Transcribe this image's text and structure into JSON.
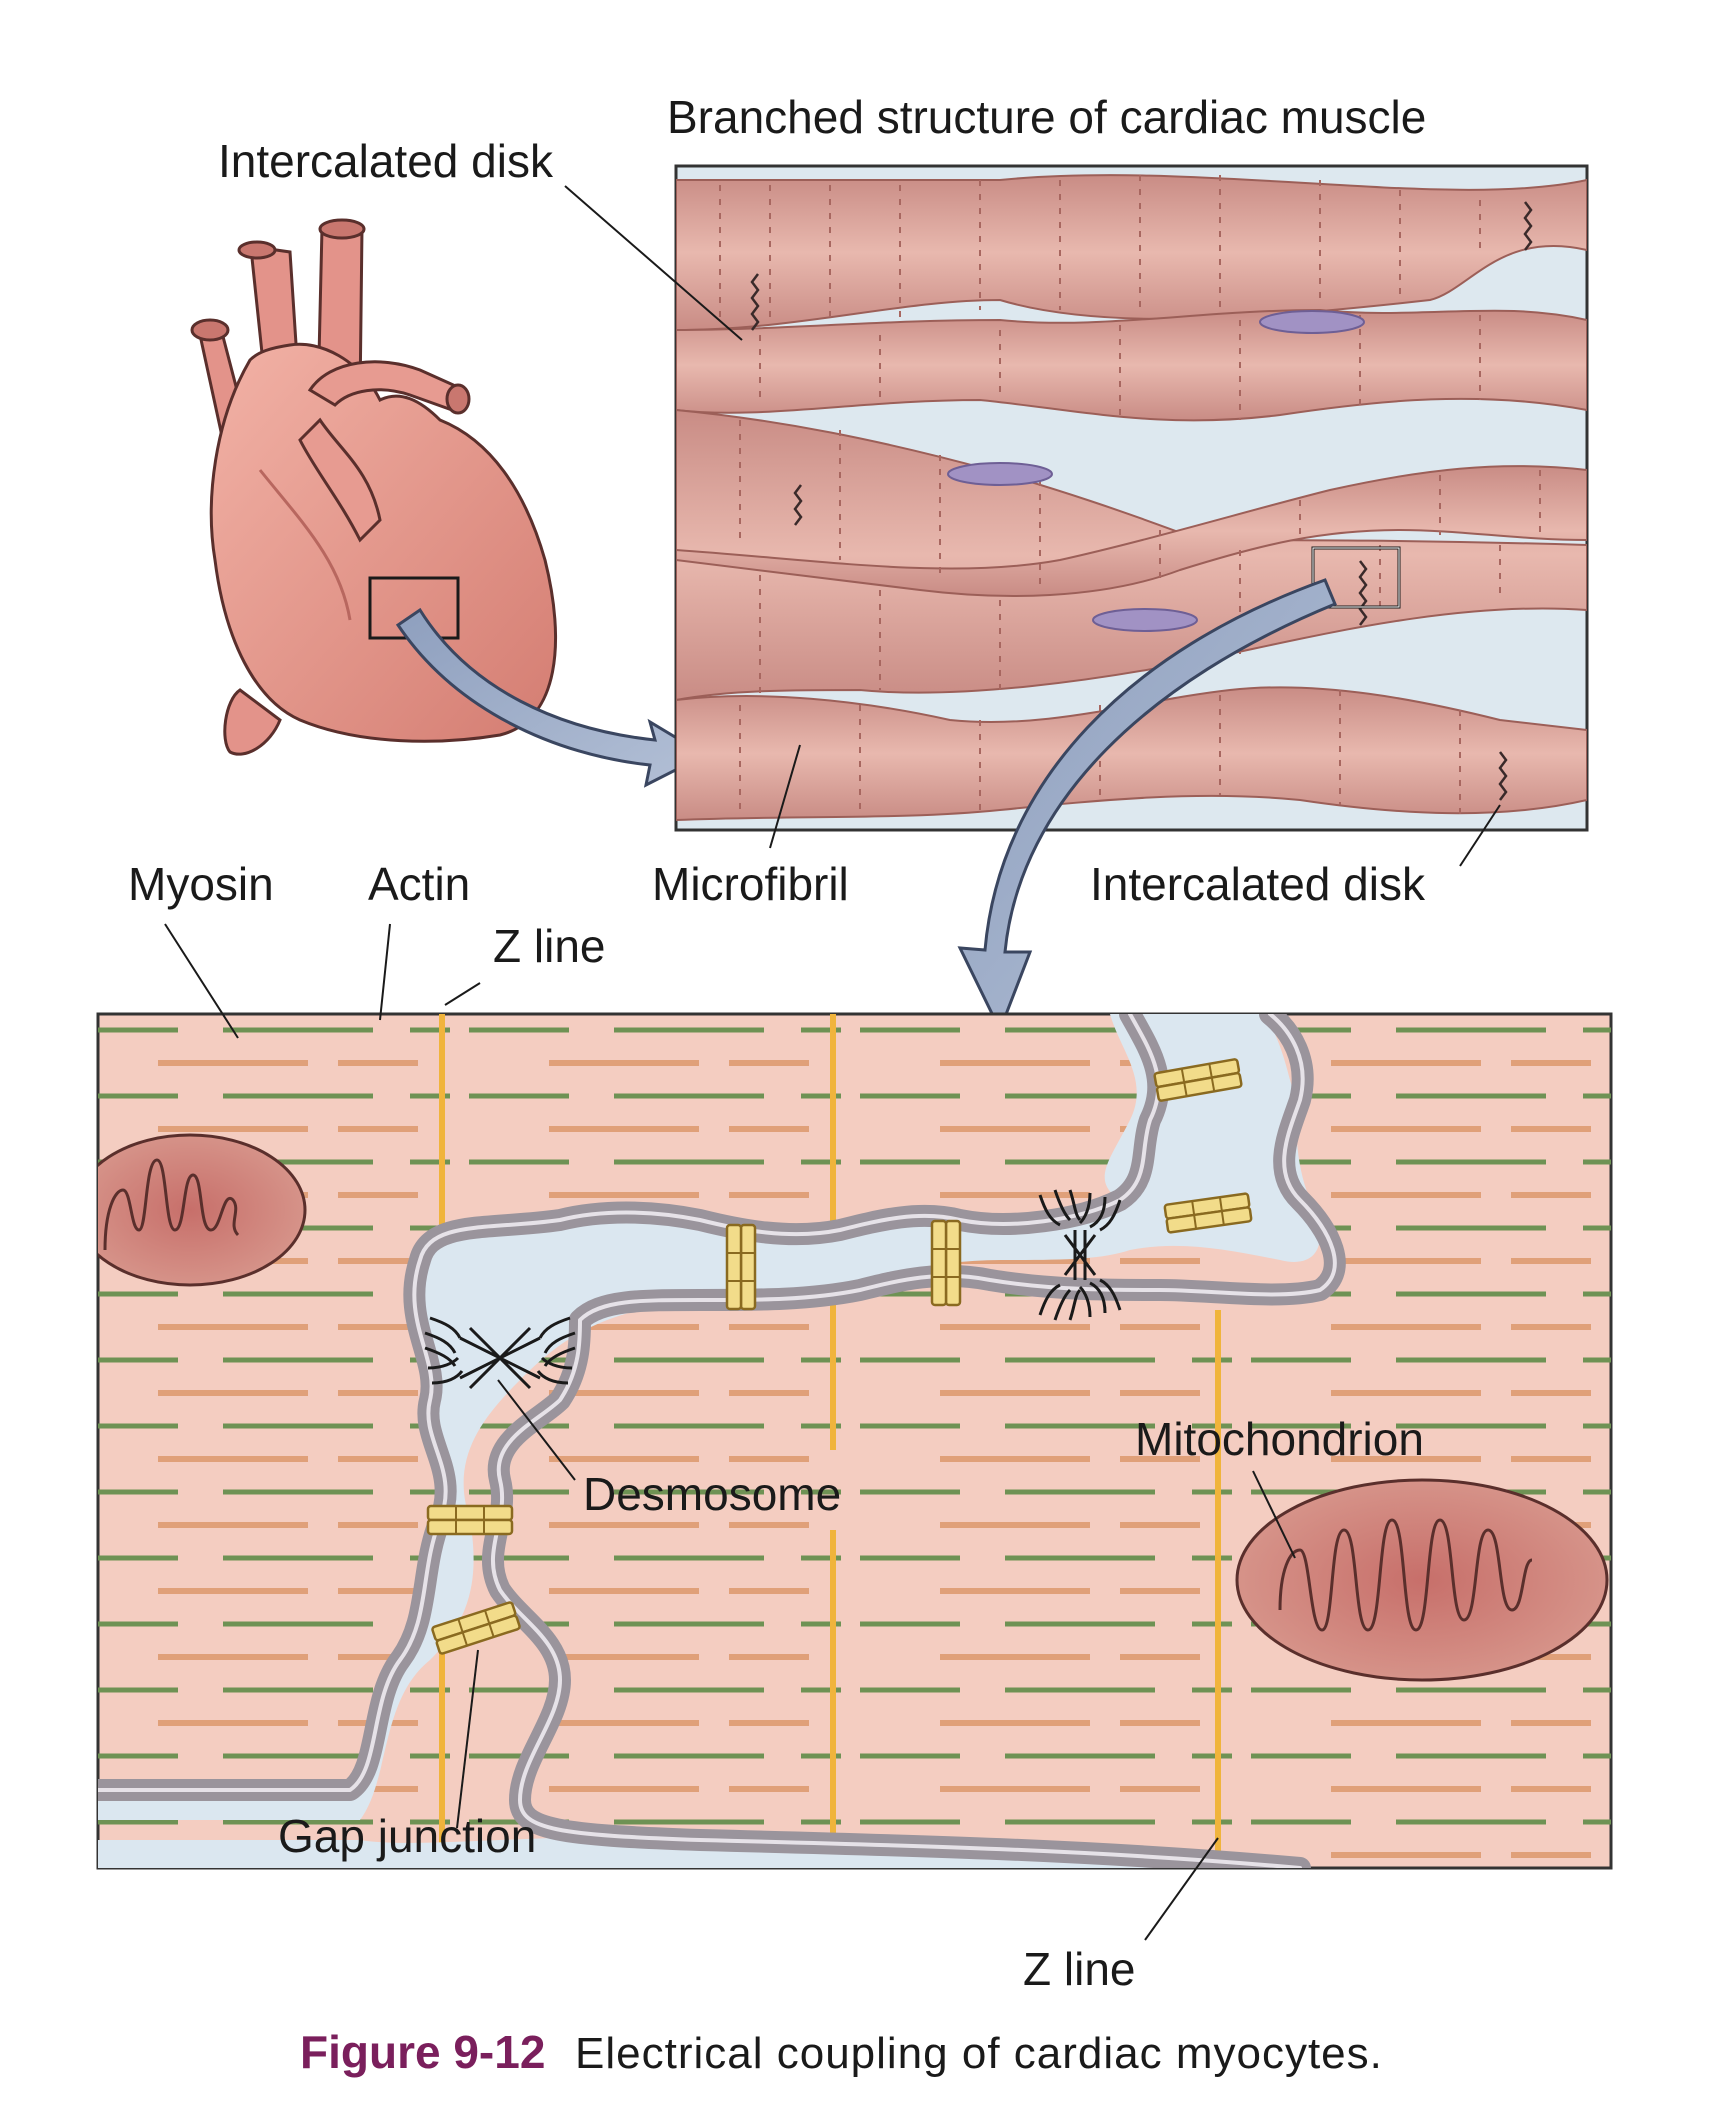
{
  "labels": {
    "branched_title": "Branched structure of cardiac muscle",
    "intercalated_disk_top": "Intercalated disk",
    "myosin": "Myosin",
    "actin": "Actin",
    "microfibril": "Microfibril",
    "intercalated_disk_bottom": "Intercalated disk",
    "z_line_top": "Z line",
    "desmosome": "Desmosome",
    "mitochondrion": "Mitochondrion",
    "gap_junction": "Gap junction",
    "z_line_bottom": "Z line"
  },
  "caption": {
    "number": "Figure 9-12",
    "text": "Electrical coupling of cardiac myocytes."
  },
  "colors": {
    "heart": "#e8958a",
    "fiber": "#dba49c",
    "background_blue": "#dde8ef",
    "myosin": "#e0a079",
    "actin": "#6e9254",
    "z_line": "#f0b43c",
    "membrane": "#9a949c",
    "gap_junction": "#f2dc8a",
    "caption_accent": "#7a1f5c"
  }
}
